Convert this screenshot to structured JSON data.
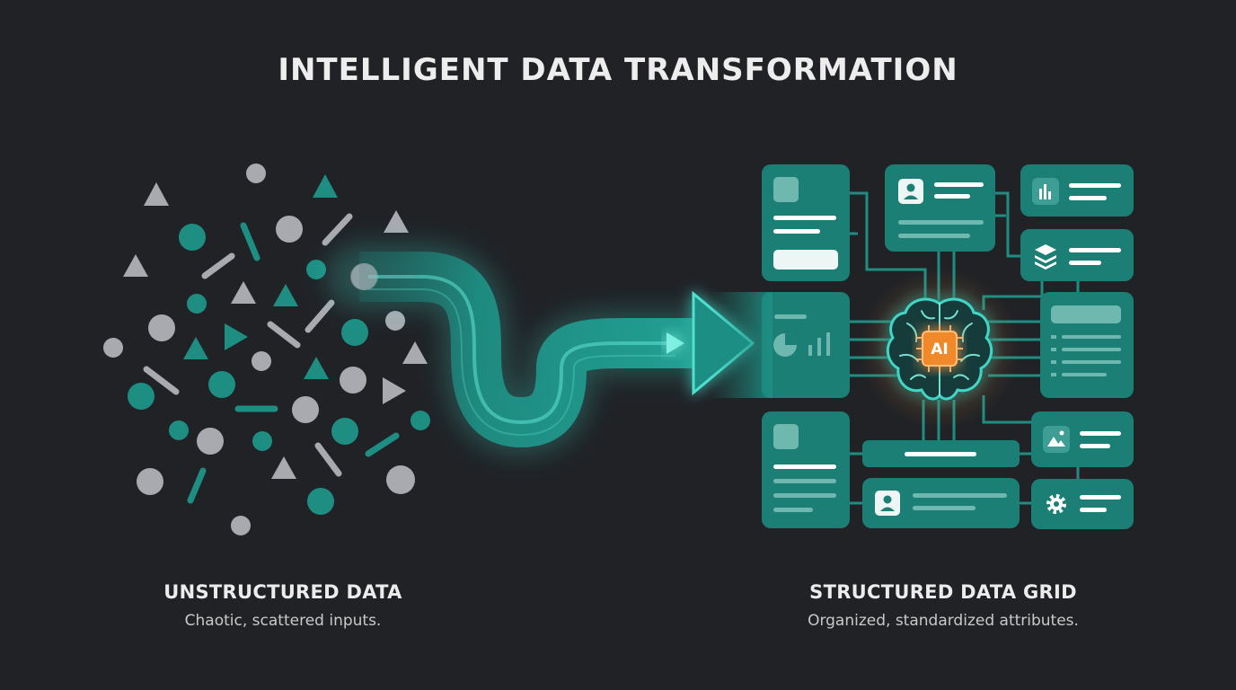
{
  "title": "INTELLIGENT DATA TRANSFORMATION",
  "left_panel": {
    "heading": "UNSTRUCTURED DATA",
    "description": "Chaotic, scattered inputs."
  },
  "right_panel": {
    "heading": "STRUCTURED DATA GRID",
    "description": "Organized, standardized attributes."
  },
  "core": {
    "label": "AI"
  },
  "icons": [
    "user-icon",
    "bar-chart-icon",
    "layers-icon",
    "pie-chart-icon",
    "list-icon",
    "image-icon",
    "gear-icon",
    "brain-icon",
    "chip-icon"
  ],
  "colors": {
    "background": "#202226",
    "teal": "#1e8e83",
    "teal_card": "#1b7f75",
    "teal_glow": "#3fd6c6",
    "gray_shape": "#a9aab0",
    "ai_orange": "#f0892c"
  }
}
